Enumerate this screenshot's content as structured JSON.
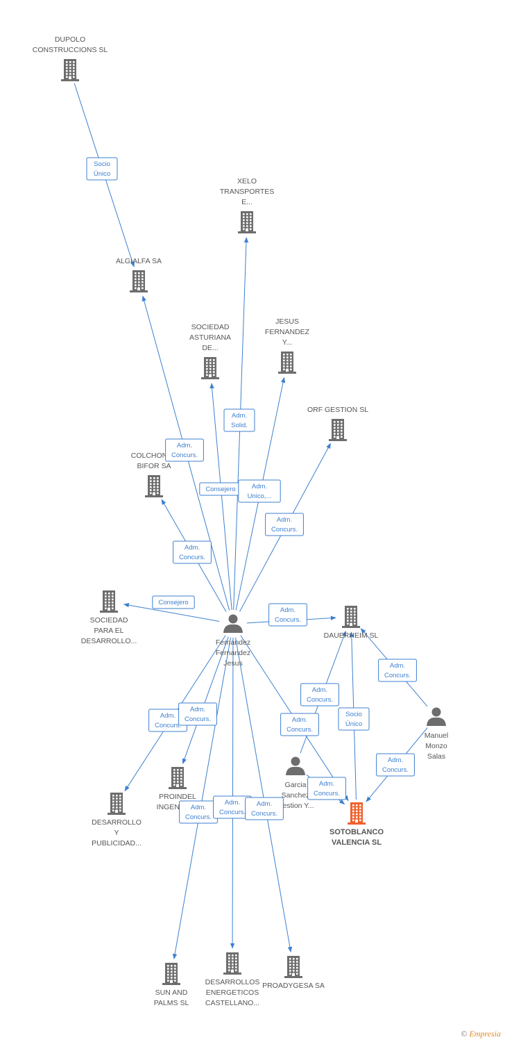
{
  "colors": {
    "edge": "#3d7fcf",
    "company": "#6d6d6d",
    "highlight": "#f0622e",
    "person": "#6d6d6d"
  },
  "nodes": [
    {
      "id": "dupolo",
      "kind": "company",
      "lines": [
        "DUPOLO",
        "CONSTRUCCIONS SL"
      ]
    },
    {
      "id": "algialfa",
      "kind": "company",
      "lines": [
        "ALGIALFA SA"
      ]
    },
    {
      "id": "xelo",
      "kind": "company",
      "lines": [
        "XELO",
        "TRANSPORTES",
        "E..."
      ]
    },
    {
      "id": "sociedad_asturiana",
      "kind": "company",
      "lines": [
        "SOCIEDAD",
        "ASTURIANA",
        "DE..."
      ]
    },
    {
      "id": "jesus_fernandez",
      "kind": "company",
      "lines": [
        "JESUS",
        "FERNANDEZ",
        "Y..."
      ]
    },
    {
      "id": "orf",
      "kind": "company",
      "lines": [
        "ORF GESTION SL"
      ]
    },
    {
      "id": "colchones",
      "kind": "company",
      "lines": [
        "COLCHONES",
        "BIFOR SA"
      ]
    },
    {
      "id": "sociedad_desarrollo",
      "kind": "company",
      "lines": [
        "SOCIEDAD",
        "PARA EL",
        "DESARROLLO..."
      ]
    },
    {
      "id": "fernandez",
      "kind": "person",
      "lines": [
        "Fernandez",
        "Fernandez",
        "Jesus"
      ]
    },
    {
      "id": "dauerheim",
      "kind": "company",
      "lines": [
        "DAUERHEIM SL"
      ]
    },
    {
      "id": "manuel",
      "kind": "person",
      "lines": [
        "Manuel",
        "Monzo",
        "Salas"
      ]
    },
    {
      "id": "garcia",
      "kind": "person",
      "lines": [
        "Garcia",
        "Sanchez",
        "Gestion Y..."
      ]
    },
    {
      "id": "sotoblanco",
      "kind": "highlight",
      "lines": [
        "SOTOBLANCO",
        "VALENCIA SL"
      ]
    },
    {
      "id": "proindel",
      "kind": "company",
      "lines": [
        "PROINDEL",
        "INGENIERIA"
      ]
    },
    {
      "id": "desarrollo_publicidad",
      "kind": "company",
      "lines": [
        "DESARROLLO",
        "Y",
        "PUBLICIDAD..."
      ]
    },
    {
      "id": "sun",
      "kind": "company",
      "lines": [
        "SUN AND",
        "PALMS SL"
      ]
    },
    {
      "id": "desarrollos_energeticos",
      "kind": "company",
      "lines": [
        "DESARROLLOS",
        "ENERGETICOS",
        "CASTELLANO..."
      ]
    },
    {
      "id": "proadygesa",
      "kind": "company",
      "lines": [
        "PROADYGESA SA"
      ]
    }
  ],
  "edges": [
    {
      "from": "dupolo",
      "to": "algialfa",
      "lines": [
        "Socio",
        "Único"
      ]
    },
    {
      "from": "fernandez",
      "to": "algialfa",
      "lines": [
        "Adm.",
        "Concurs."
      ]
    },
    {
      "from": "fernandez",
      "to": "xelo",
      "lines": [
        "Adm.",
        "Solid."
      ]
    },
    {
      "from": "fernandez",
      "to": "sociedad_asturiana",
      "lines": [
        "Consejero"
      ]
    },
    {
      "from": "fernandez",
      "to": "jesus_fernandez",
      "lines": [
        "Adm.",
        "Unico,..."
      ]
    },
    {
      "from": "fernandez",
      "to": "orf",
      "lines": [
        "Adm.",
        "Concurs."
      ]
    },
    {
      "from": "fernandez",
      "to": "colchones",
      "lines": [
        "Adm.",
        "Concurs."
      ]
    },
    {
      "from": "fernandez",
      "to": "sociedad_desarrollo",
      "lines": [
        "Consejero"
      ]
    },
    {
      "from": "fernandez",
      "to": "dauerheim",
      "lines": [
        "Adm.",
        "Concurs."
      ]
    },
    {
      "from": "manuel",
      "to": "dauerheim",
      "lines": [
        "Adm.",
        "Concurs."
      ]
    },
    {
      "from": "garcia",
      "to": "dauerheim",
      "lines": [
        "Adm.",
        "Concurs."
      ]
    },
    {
      "from": "sotoblanco",
      "to": "dauerheim",
      "lines": [
        "Socio",
        "Único"
      ]
    },
    {
      "from": "fernandez",
      "to": "sotoblanco",
      "lines": [
        "Adm.",
        "Concurs."
      ]
    },
    {
      "from": "garcia",
      "to": "sotoblanco",
      "lines": [
        "Adm.",
        "Concurs."
      ]
    },
    {
      "from": "manuel",
      "to": "sotoblanco",
      "lines": [
        "Adm.",
        "Concurs."
      ]
    },
    {
      "from": "fernandez",
      "to": "desarrollo_publicidad",
      "lines": [
        "Adm.",
        "Concurs."
      ]
    },
    {
      "from": "fernandez",
      "to": "proindel",
      "lines": [
        "Adm.",
        "Concurs."
      ]
    },
    {
      "from": "fernandez",
      "to": "sun",
      "lines": [
        "Adm.",
        "Concurs."
      ]
    },
    {
      "from": "fernandez",
      "to": "desarrollos_energeticos",
      "lines": [
        "Adm.",
        "Concurs."
      ]
    },
    {
      "from": "fernandez",
      "to": "proadygesa",
      "lines": [
        "Adm.",
        "Concurs."
      ]
    }
  ],
  "footer": {
    "copyright": "©",
    "brand": "Empresia"
  }
}
